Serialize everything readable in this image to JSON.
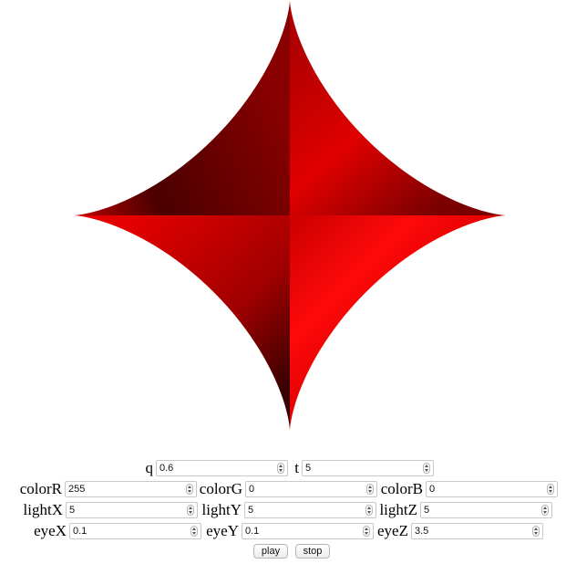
{
  "render": {
    "shape": "astroid",
    "icon": "astroid-surface-render",
    "colors": {
      "bright": "#ff0000",
      "mid": "#c80000",
      "dark": "#3a0000"
    }
  },
  "controls": {
    "row1": [
      {
        "label": "q",
        "value": "0.6"
      },
      {
        "label": "t",
        "value": "5"
      }
    ],
    "row2": [
      {
        "label": "colorR",
        "value": "255"
      },
      {
        "label": "colorG",
        "value": "0"
      },
      {
        "label": "colorB",
        "value": "0"
      }
    ],
    "row3": [
      {
        "label": "lightX",
        "value": "5"
      },
      {
        "label": "lightY",
        "value": "5"
      },
      {
        "label": "lightZ",
        "value": "5"
      }
    ],
    "row4": [
      {
        "label": "eyeX",
        "value": "0.1"
      },
      {
        "label": "eyeY",
        "value": "0.1"
      },
      {
        "label": "eyeZ",
        "value": "3.5"
      }
    ]
  },
  "buttons": {
    "play": "play",
    "stop": "stop"
  }
}
